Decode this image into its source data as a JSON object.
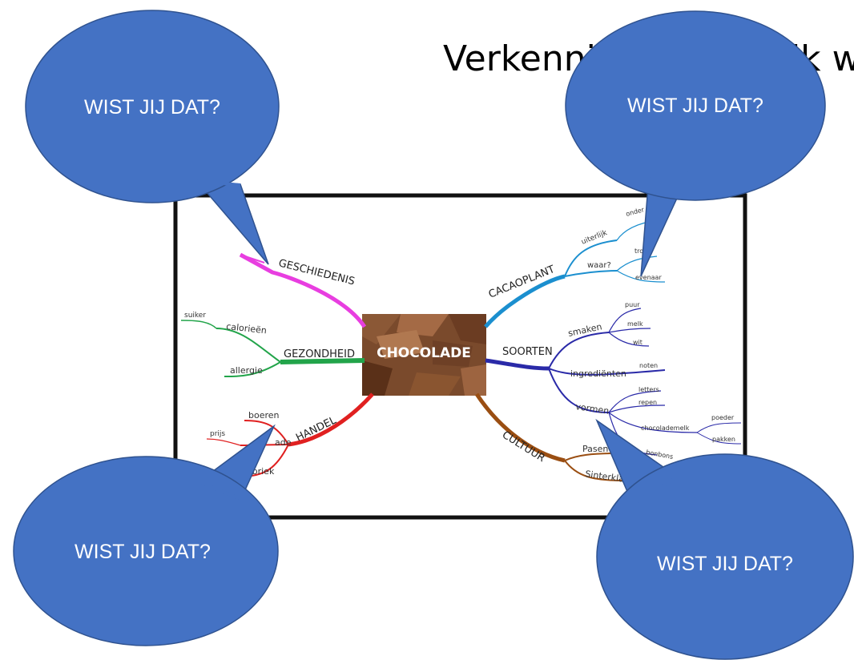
{
  "slide": {
    "title": "Verkenning Wat wil ik weten/ vinden"
  },
  "mindmap": {
    "center": "CHOCOLADE",
    "branches": {
      "geschiedenis": {
        "label": "GESCHIEDENIS",
        "color": "#e83ee0"
      },
      "gezondheid": {
        "label": "GEZONDHEID",
        "color": "#22a44a",
        "children": [
          "calorieën",
          "allergie"
        ],
        "grandchildren": [
          "suiker"
        ]
      },
      "handel": {
        "label": "HANDEL",
        "color": "#e02020",
        "children": [
          "boeren",
          "fabriek"
        ],
        "grandchildren": [
          "prijs"
        ],
        "partial": "ade"
      },
      "cacaoplant": {
        "label": "CACAOPLANT",
        "color": "#1b8fcf",
        "children": [
          "uiterlijk",
          "waar?"
        ],
        "grandchildren": [
          "onder",
          "tro",
          "evenaar"
        ]
      },
      "soorten": {
        "label": "SOORTEN",
        "color": "#2a2aa8",
        "children": [
          "smaken",
          "ingrediënten",
          "vormen"
        ],
        "grandchildren": [
          "puur",
          "melk",
          "wit",
          "noten",
          "letters",
          "repen",
          "chocolademelk",
          "bonbons",
          "poeder",
          "pakken"
        ]
      },
      "cultuur": {
        "label": "CULTUUR",
        "color": "#9a4e12",
        "children": [
          "Pasen",
          "Sinterklaas"
        ]
      }
    }
  },
  "callouts": [
    {
      "text": "WIST JIJ DAT?",
      "color": "#4472c4"
    },
    {
      "text": "WIST JIJ DAT?",
      "color": "#4472c4"
    },
    {
      "text": "WIST JIJ DAT?",
      "color": "#4472c4"
    },
    {
      "text": "WIST JIJ DAT?",
      "color": "#4472c4"
    }
  ]
}
